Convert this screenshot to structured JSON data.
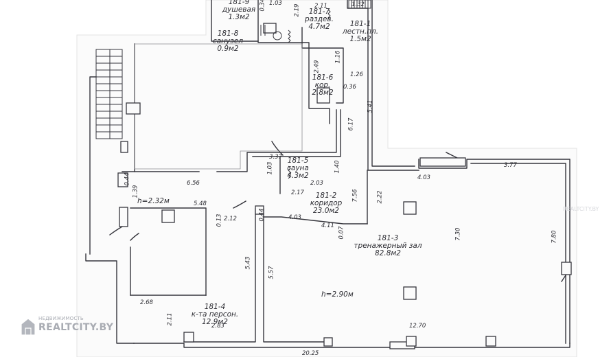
{
  "rooms": {
    "shower": {
      "number": "181-9",
      "name": "душевая",
      "area": "1.3м2"
    },
    "changing": {
      "number": "181-7",
      "name": "раздев.",
      "area": "4.7м2"
    },
    "stairs": {
      "number": "181-1",
      "name": "лестн.пл.",
      "area": "1.5м2"
    },
    "toilet": {
      "number": "181-8",
      "name": "санузел",
      "area": "0.9м2"
    },
    "corridor_small": {
      "number": "181-6",
      "name": "кор.",
      "area": "2.8м2"
    },
    "sauna": {
      "number": "181-5",
      "name": "сауна",
      "area": "4.3м2"
    },
    "corridor": {
      "number": "181-2",
      "name": "коридор",
      "area": "23.0м2"
    },
    "gym": {
      "number": "181-3",
      "name": "тренажерный зал",
      "area": "82.8м2"
    },
    "staff": {
      "number": "181-4",
      "name": "к-та персон.",
      "area": "12.9м2"
    }
  },
  "heights": {
    "left": "h=2.32м",
    "right": "h=2.90м"
  },
  "dimensions": {
    "d_0_34": "0.34",
    "d_1_03": "1.03",
    "d_2_19": "2.19",
    "d_2_11_top": "2.11",
    "d_1_32": "1.32",
    "d_1_16": "1.16",
    "d_1_26": "1.26",
    "d_2_49": "2.49",
    "d_0_36": "0.36",
    "d_5_41": "5.41",
    "d_6_17": "6.17",
    "d_3_37": "3.37",
    "d_1_03_b": "1.03",
    "d_1_40": "1.40",
    "d_2_03": "2.03",
    "d_2_17": "2.17",
    "d_6_56": "6.56",
    "d_0_44_a": "0.44",
    "d_1_39": "1.39",
    "d_5_48": "5.48",
    "d_0_13": "0.13",
    "d_2_12": "2.12",
    "d_0_44_b": "0.44",
    "d_4_03_a": "4.03",
    "d_4_11": "4.11",
    "d_0_07": "0.07",
    "d_7_56": "7.56",
    "d_2_22": "2.22",
    "d_4_03_b": "4.03",
    "d_3_77": "3.77",
    "d_7_30": "7.30",
    "d_7_80": "7.80",
    "d_5_43": "5.43",
    "d_5_57": "5.57",
    "d_2_68": "2.68",
    "d_2_11": "2.11",
    "d_2_83": "2.83",
    "d_12_70": "12.70",
    "d_20_25": "20.25"
  },
  "watermark": {
    "top": "НЕДВИЖИМОСТЬ",
    "brand": "REALTCITY.BY",
    "faint": "REALTCITY.BY"
  },
  "colors": {
    "line": "#35353c",
    "paper": "#fbfbfb",
    "background": "#ffffff"
  }
}
